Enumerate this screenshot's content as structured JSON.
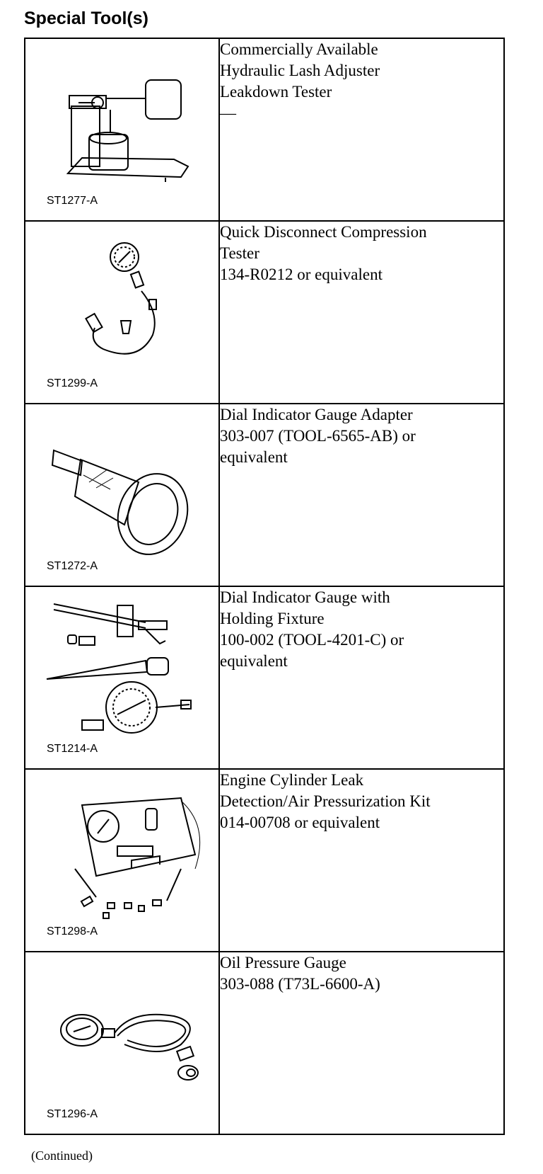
{
  "heading": "Special Tool(s)",
  "tools": [
    {
      "code": "ST1277-A",
      "lines": [
        "Commercially Available",
        "Hydraulic Lash Adjuster",
        "Leakdown Tester",
        "—"
      ]
    },
    {
      "code": "ST1299-A",
      "lines": [
        "Quick Disconnect Compression",
        "Tester",
        "134-R0212 or equivalent"
      ]
    },
    {
      "code": "ST1272-A",
      "lines": [
        "Dial Indicator Gauge Adapter",
        "303-007 (TOOL-6565-AB) or",
        "equivalent"
      ]
    },
    {
      "code": "ST1214-A",
      "lines": [
        "Dial Indicator Gauge with",
        "Holding Fixture",
        "100-002 (TOOL-4201-C) or",
        "equivalent"
      ]
    },
    {
      "code": "ST1298-A",
      "lines": [
        "Engine Cylinder Leak",
        "Detection/Air Pressurization Kit",
        "014-00708 or equivalent"
      ]
    },
    {
      "code": "ST1296-A",
      "lines": [
        "Oil Pressure Gauge",
        "303-088 (T73L-6600-A)"
      ]
    }
  ],
  "footer": "(Continued)"
}
